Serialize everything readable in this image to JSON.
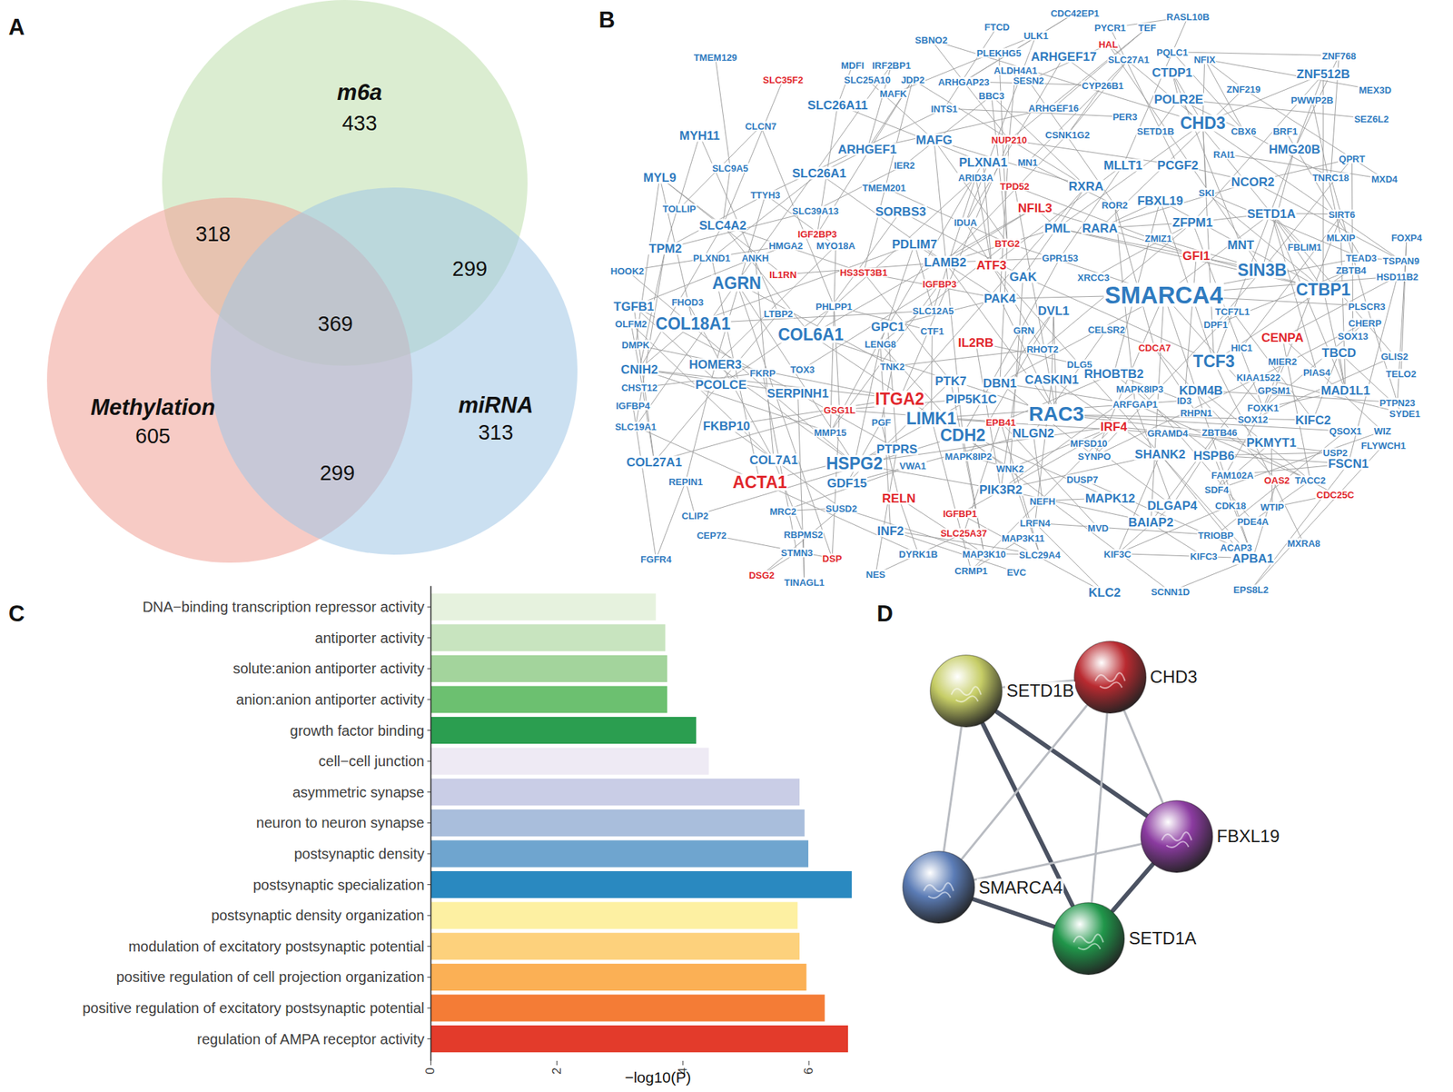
{
  "diagram": {
    "nodes": [
      {
        "text": [
          "m6a",
          "433"
        ]
      },
      {
        "text": [
          "Methylation",
          "605"
        ]
      },
      {
        "text": [
          "miRNA",
          "313"
        ]
      },
      {
        "text": [
          "CHD3"
        ]
      },
      {
        "text": [
          "SETD1B"
        ]
      },
      {
        "text": [
          "FBXL19"
        ]
      },
      {
        "text": [
          "SMARCA4"
        ]
      },
      {
        "text": [
          "SETD1A"
        ]
      }
    ],
    "edges": [
      {
        "from": 4,
        "to": 3,
        "arrow": "none"
      },
      {
        "from": 4,
        "to": 6,
        "arrow": "none"
      },
      {
        "from": 4,
        "to": 5,
        "arrow": "none"
      },
      {
        "from": 4,
        "to": 7,
        "arrow": "none"
      },
      {
        "from": 3,
        "to": 6,
        "arrow": "none"
      },
      {
        "from": 3,
        "to": 5,
        "arrow": "none"
      },
      {
        "from": 3,
        "to": 7,
        "arrow": "none"
      },
      {
        "from": 6,
        "to": 5,
        "arrow": "none"
      },
      {
        "from": 6,
        "to": 7,
        "arrow": "none"
      },
      {
        "from": 5,
        "to": 7,
        "arrow": "none"
      }
    ],
    "labels": [
      "A",
      "318",
      "299",
      "369",
      "299",
      "B",
      "CDC42EP1",
      "RASL10B",
      "FTCD",
      "PYCR1",
      "TEF",
      "ULK1",
      "SBNO2",
      "HAL",
      "PQLC1",
      "PLEKHG5",
      "ZNF768",
      "ARHGEF17",
      "TMEM129",
      "SLC27A1",
      "NFIX",
      "MDFI",
      "IRF2BP1",
      "CTDP1",
      "ALDH4A1",
      "ZNF512B",
      "SLC35F2",
      "SLC25A10",
      "JDP2",
      "ARHGAP23",
      "CYP26B1",
      "SESN2",
      "ZNF219",
      "MEX3D",
      "MAFK",
      "BBC3",
      "POLR2E",
      "PWWP2B",
      "SLC26A11",
      "ARHGEF16",
      "INTS1",
      "PER3",
      "SEZ6L2",
      "CHD3",
      "CLCN7",
      "SETD1B",
      "CBX6",
      "BRF1",
      "CSNK1G2",
      "MYH11",
      "MAFG",
      "NUP210",
      "ARHGEF1",
      "HMG20B",
      "RAI1",
      "QPRT",
      "MN1",
      "PLXNA1",
      "IER2",
      "MLLT1",
      "PCGF2",
      "SLC9A5",
      "SLC26A1",
      "MYL9",
      "ARID3A",
      "TNRC18",
      "MXD4",
      "NCOR2",
      "TPD52",
      "RXRA",
      "TMEM201",
      "SKI",
      "TTYH3",
      "FBXL19",
      "ROR2",
      "NFIL3",
      "TOLLIP",
      "SLC39A13",
      "SORBS3",
      "SETD1A",
      "SIRT6",
      "ZFPM1",
      "IDUA",
      "PML",
      "RARA",
      "SLC4A2",
      "IGF2BP3",
      "MLXIP",
      "FOXP4",
      "ZMIZ1",
      "BTG2",
      "PDLIM7",
      "MNT",
      "HMGA2",
      "MYO18A",
      "FBLIM1",
      "TPM2",
      "GFI1",
      "GPR153",
      "TEAD3",
      "TSPAN9",
      "LAMB2",
      "ATF3",
      "PLXND1",
      "ANKH",
      "SIN3B",
      "HOOK2",
      "ZBTB4",
      "HS3ST3B1",
      "IL1RN",
      "GAK",
      "HSD11B2",
      "XRCC3",
      "AGRN",
      "IGFBP3",
      "SMARCA4",
      "CTBP1",
      "FHOD3",
      "PAK4",
      "TGFB1",
      "PHLPP1",
      "PLSCR3",
      "TCF7L1",
      "SLC12A5",
      "DVL1",
      "LTBP2",
      "CHERP",
      "OLFM2",
      "COL18A1",
      "DPF1",
      "GPC1",
      "CELSR2",
      "GRN",
      "CTF1",
      "COL6A1",
      "CENPA",
      "IL2RB",
      "LENG8",
      "DMPK",
      "SOX13",
      "HIC1",
      "CDCA7",
      "RHOT2",
      "GLIS2",
      "TCF3",
      "MIER2",
      "HOMER3",
      "TBCD",
      "TNK2",
      "DLG5",
      "CNIH2",
      "TOX3",
      "FKRP",
      "PIAS4",
      "RHOBTB2",
      "TELO2",
      "KIAA1522",
      "CASKIN1",
      "PTK7",
      "MAPK8IP3",
      "DBN1",
      "PCOLCE",
      "CHST12",
      "KDM4B",
      "GPSM1",
      "MAD1L1",
      "SERPINH1",
      "PTPN23",
      "PIP5K1C",
      "ITGA2",
      "ID3",
      "ARFGAP1",
      "IGFBP4",
      "FOXK1",
      "GSG1L",
      "RHPN1",
      "RAC3",
      "LIMK1",
      "PGF",
      "EPB41",
      "SOX12",
      "KIFC2",
      "IRF4",
      "ZBTB46",
      "QSOX1",
      "WIZ",
      "SYDE1",
      "SLC19A1",
      "FKBP10",
      "MMP15",
      "GRAMD4",
      "NLGN2",
      "CDH2",
      "FLYWCH1",
      "PKMYT1",
      "MFSD10",
      "PTPRS",
      "MAPK8IP2",
      "USP2",
      "SHANK2",
      "HSPB6",
      "SYNPO",
      "COL7A1",
      "COL27A1",
      "HSPG2",
      "VWA1",
      "FSCN1",
      "WNK2",
      "FAM102A",
      "DUSP7",
      "OAS2",
      "TACC2",
      "REPIN1",
      "ACTA1",
      "GDF15",
      "PIK3R2",
      "SDF4",
      "CDC25C",
      "MAPK12",
      "RELN",
      "NEFH",
      "DLGAP4",
      "CDK18",
      "WTIP",
      "SUSD2",
      "IGFBP1",
      "CLIP2",
      "MRC2",
      "PDE4A",
      "BAIAP2",
      "LRFN4",
      "MVD",
      "INF2",
      "SLC25A37",
      "RBPMS2",
      "TRIOBP",
      "CEP72",
      "MAP3K11",
      "ACAP3",
      "MXRA8",
      "MAP3K10",
      "STMN3",
      "DYRK1B",
      "KIF3C",
      "KIFC3",
      "APBA1",
      "SLC29A4",
      "DSP",
      "FGFR4",
      "CRMP1",
      "EVC",
      "NES",
      "DSG2",
      "TINAGL1",
      "EPS8L2",
      "SCNN1D",
      "KLC2",
      "C",
      "DNA−binding transcription repressor activity",
      "antiporter activity",
      "solute:anion antiporter activity",
      "anion:anion antiporter activity",
      "growth factor binding",
      "cell−cell junction",
      "asymmetric synapse",
      "neuron to neuron synapse",
      "postsynaptic density",
      "postsynaptic specialization",
      "postsynaptic density organization",
      "modulation of excitatory postsynaptic potential",
      "positive regulation of cell projection organization",
      "positive regulation of excitatory postsynaptic potential",
      "regulation of AMPA receptor activity",
      "0",
      "2",
      "4",
      "6",
      "−log10(P)",
      "D"
    ]
  }
}
